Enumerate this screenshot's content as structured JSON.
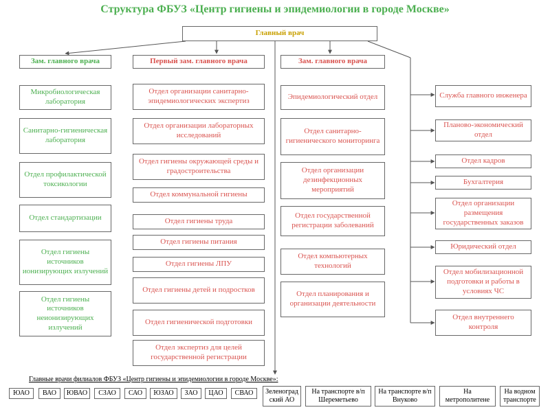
{
  "title": "Структура ФБУЗ «Центр гигиены и эпидемиологии в городе Москве»",
  "chief": "Главный врач",
  "columns": [
    {
      "header": "Зам. главного врача",
      "items": [
        "Микробиологическая лаборатория",
        "Санитарно-гигиеническая лаборатория",
        "Отдел профилактической токсикологии",
        "Отдел стандартизации",
        "Отдел гигиены источников ионизирующих излучений",
        "Отдел гигиены источников неионизирующих излучений"
      ]
    },
    {
      "header": "Первый зам. главного врача",
      "items": [
        "Отдел организации санитарно-эпидемиологических экспертиз",
        "Отдел организации лабораторных исследований",
        "Отдел гигиены окружающей среды и градостроительства",
        "Отдел коммунальной гигиены",
        "Отдел гигиены труда",
        "Отдел гигиены питания",
        "Отдел гигиены ЛПУ",
        "Отдел гигиены детей и подростков",
        "Отдел гигиенической подготовки",
        "Отдел экспертиз для целей государственной регистрации"
      ]
    },
    {
      "header": "Зам. главного врача",
      "items": [
        "Эпидемиологический отдел",
        "Отдел санитарно-гигиенического мониторинга",
        "Отдел организации дезинфекционных мероприятий",
        "Отдел государственной регистрации заболеваний",
        "Отдел компьютерных технологий",
        "Отдел планирования и организации деятельности"
      ]
    },
    {
      "header": "",
      "items": [
        "Служба главного инженера",
        "Планово-экономический отдел",
        "Отдел кадров",
        "Бухгалтерия",
        "Отдел организации размещения государственных заказов",
        "Юридический отдел",
        "Отдел мобилизационной подготовки и работы в условиях ЧС",
        "Отдел внутреннего контроля"
      ]
    }
  ],
  "branches_label": "Главные врачи филиалов ФБУЗ «Центр гигиены и эпидемиологии в городе Москве»:",
  "branches": [
    "ЮАО",
    "ВАО",
    "ЮВАО",
    "СЗАО",
    "САО",
    "ЮЗАО",
    "ЗАО",
    "ЦАО",
    "СВАО",
    "Зеленоград ский АО",
    "На транспорте в/п Шереметьево",
    "На транспорте в/п Внуково",
    "На метрополитене",
    "На водном транспорте"
  ],
  "colors": {
    "title": "#4caf50",
    "chief": "#c8a000",
    "green_items": "#4caf50",
    "red_items": "#d9534f",
    "lines": "#555555"
  }
}
